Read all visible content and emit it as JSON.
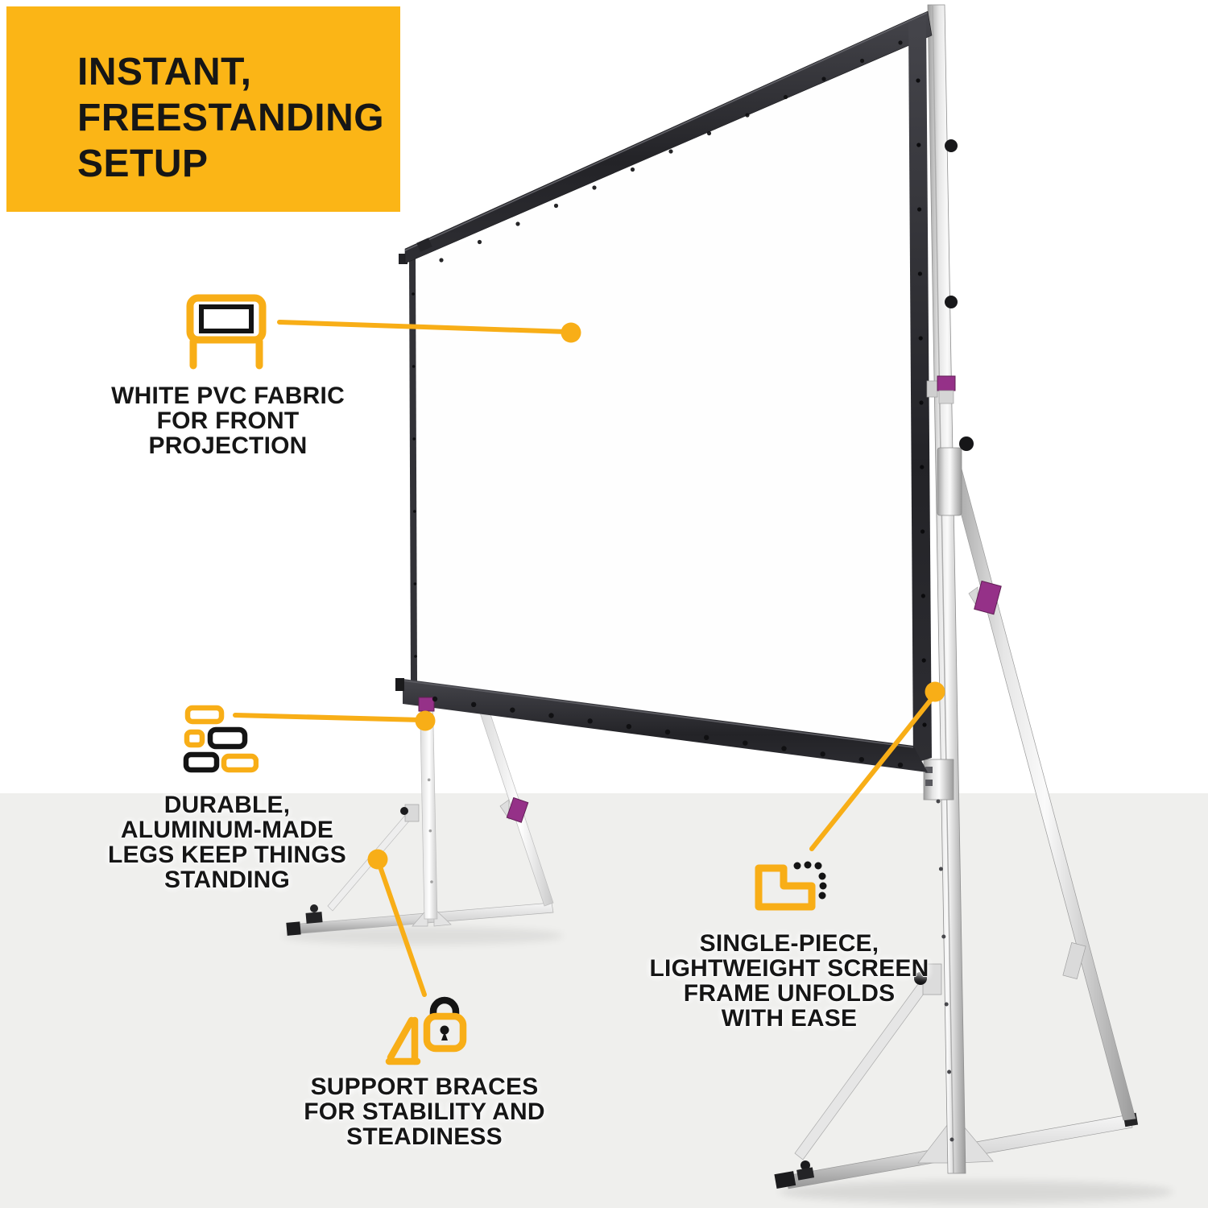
{
  "headline": {
    "text": "INSTANT,\nFREESTANDING\nSETUP"
  },
  "callouts": {
    "fabric": {
      "label": "WHITE PVC FABRIC\nFOR FRONT\nPROJECTION",
      "icon": "projection-screen-icon"
    },
    "legs": {
      "label": "DURABLE,\nALUMINUM-MADE\nLEGS KEEP THINGS\nSTANDING",
      "icon": "aluminum-legs-icon"
    },
    "braces": {
      "label": "SUPPORT BRACES\nFOR STABILITY AND\nSTEADINESS",
      "icon": "brace-lock-icon"
    },
    "frame": {
      "label": "SINGLE-PIECE,\nLIGHTWEIGHT SCREEN\nFRAME UNFOLDS\nWITH EASE",
      "icon": "unfolding-frame-icon"
    }
  },
  "colors": {
    "accent": "#F8AE17",
    "purple": "#953188",
    "band": "#EFEFED",
    "headlineBg": "#FBB516",
    "text": "#161616",
    "frameDark": "#26262A"
  }
}
